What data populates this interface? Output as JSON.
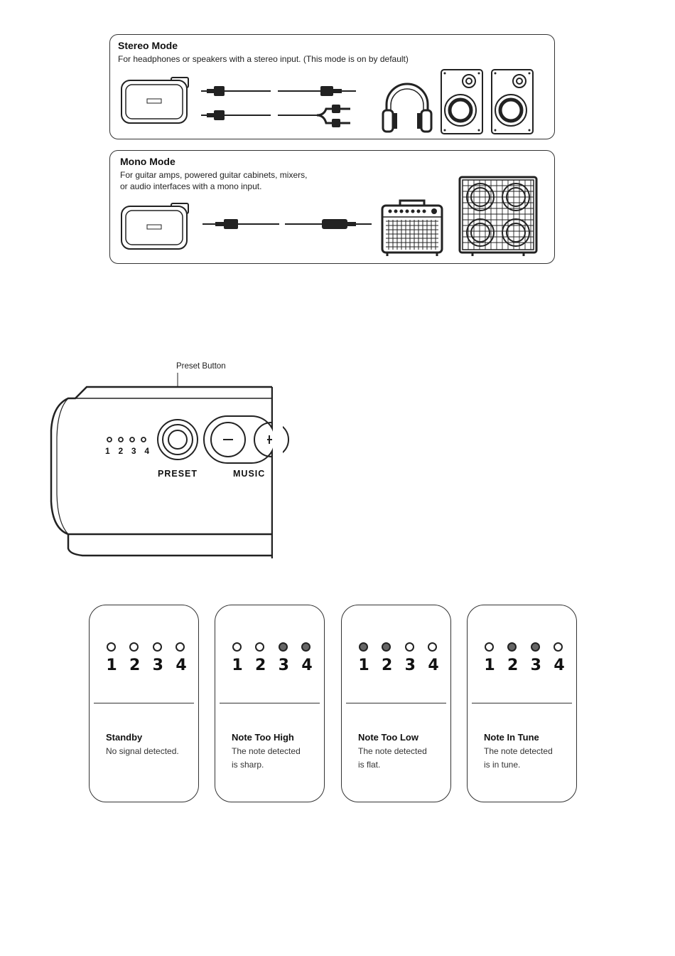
{
  "stereo": {
    "title": "Stereo Mode",
    "description": "For headphones or speakers with a stereo input. (This mode is on by default)"
  },
  "mono": {
    "title": "Mono Mode",
    "description_line1": "For guitar amps, powered guitar cabinets, mixers,",
    "description_line2": "or audio interfaces with a mono input."
  },
  "device": {
    "callout": "Preset Button",
    "led_numbers": [
      "1",
      "2",
      "3",
      "4"
    ],
    "preset_label": "PRESET",
    "music_label": "MUSIC"
  },
  "tuner_states": [
    {
      "title": "Standby",
      "line1": "No signal detected.",
      "line2": "",
      "leds": [
        false,
        false,
        false,
        false
      ]
    },
    {
      "title": "Note Too High",
      "line1": "The note detected",
      "line2": "is sharp.",
      "leds": [
        false,
        false,
        true,
        true
      ]
    },
    {
      "title": "Note Too Low",
      "line1": "The note detected",
      "line2": "is flat.",
      "leds": [
        true,
        true,
        false,
        false
      ]
    },
    {
      "title": "Note In Tune",
      "line1": "The note detected",
      "line2": "is in tune.",
      "leds": [
        false,
        true,
        true,
        false
      ]
    }
  ],
  "card_numbers": [
    "1",
    "2",
    "3",
    "4"
  ],
  "icons": [
    "device-icon",
    "trs-cable-icon",
    "rca-y-cable-icon",
    "headphones-icon",
    "speaker-icon",
    "ts-cable-icon",
    "combo-amp-icon",
    "guitar-cabinet-icon"
  ]
}
